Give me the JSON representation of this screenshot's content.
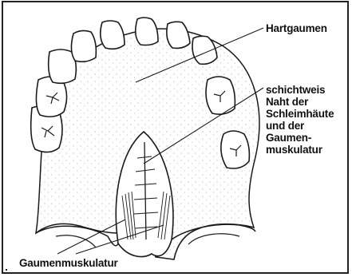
{
  "labels": {
    "hartgaumen": "Hartgaumen",
    "naht": "schichtweis\nNaht der\nSchleimhäute\nund der\nGaumen-\nmuskulatur",
    "gaumenmuskulatur": "Gaumenmuskulatur"
  },
  "colors": {
    "line": "#1a1a1a",
    "paper": "#ffffff",
    "stipple": "#8a8a8a"
  },
  "icons": [
    "palate-illustration",
    "tooth-icon"
  ]
}
